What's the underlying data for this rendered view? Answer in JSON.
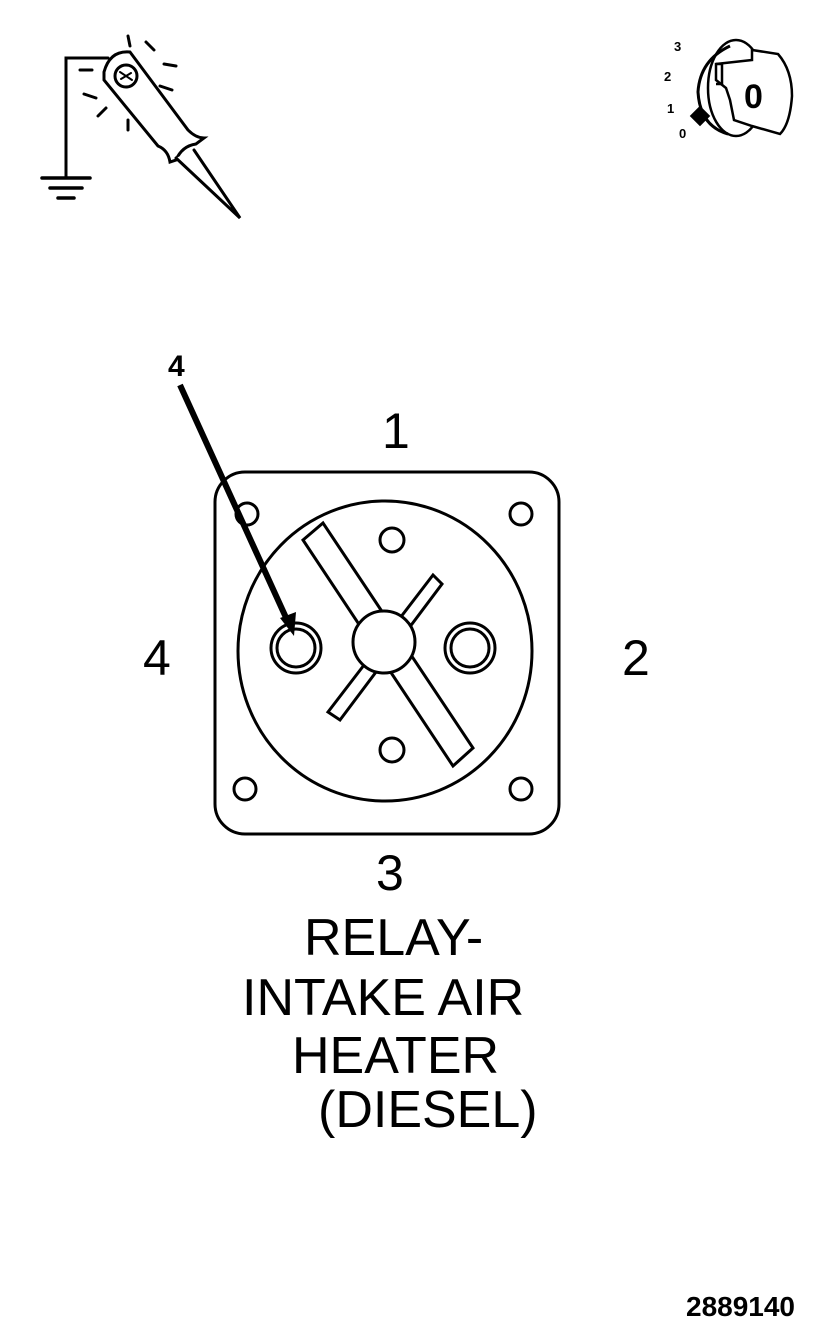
{
  "diagram": {
    "pin_labels": {
      "top": "1",
      "right": "2",
      "bottom": "3",
      "left": "4"
    },
    "callout_label": "4",
    "title_lines": [
      "RELAY-",
      "INTAKE AIR",
      "HEATER",
      "(DIESEL)"
    ],
    "reference_number": "2889140",
    "key_switch": {
      "positions": [
        "3",
        "2",
        "1",
        "0"
      ],
      "key_letter": "0"
    },
    "icons": {
      "test_light": "test-light-probe-icon",
      "ground": "ground-icon",
      "key_switch": "ignition-key-icon"
    },
    "colors": {
      "line": "#000000",
      "background": "#ffffff"
    }
  }
}
